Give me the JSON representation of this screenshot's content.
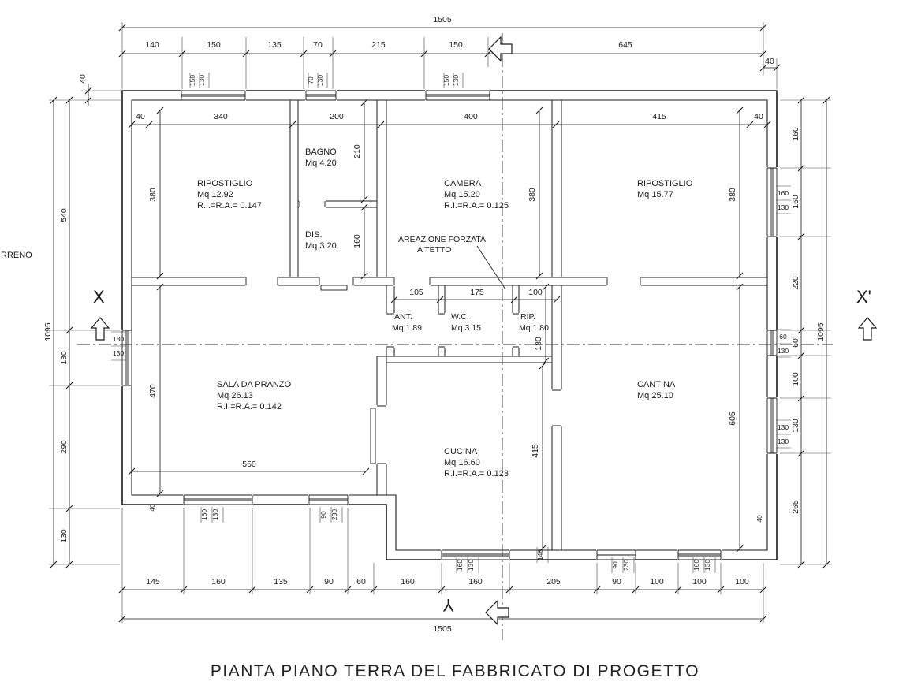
{
  "title": "PIANTA PIANO TERRA DEL FABBRICATO DI PROGETTO",
  "margin_label": "RRENO",
  "sections": {
    "left": "X",
    "right": "X'",
    "bottom": "Y"
  },
  "annotation": {
    "line1": "AREAZIONE FORZATA",
    "line2": "A TETTO"
  },
  "rooms": {
    "rip_nw": {
      "name": "RIPOSTIGLIO",
      "area": "Mq 12.92",
      "ratio": "R.I.=R.A.= 0.147"
    },
    "bagno": {
      "name": "BAGNO",
      "area": "Mq 4.20"
    },
    "dis": {
      "name": "DIS.",
      "area": "Mq 3.20"
    },
    "camera": {
      "name": "CAMERA",
      "area": "Mq 15.20",
      "ratio": "R.I.=R.A.= 0.125"
    },
    "rip_ne": {
      "name": "RIPOSTIGLIO",
      "area": "Mq 15.77"
    },
    "ant": {
      "name": "ANT.",
      "area": "Mq 1.89"
    },
    "wc": {
      "name": "W.C.",
      "area": "Mq 3.15"
    },
    "rip": {
      "name": "RIP.",
      "area": "Mq 1.80"
    },
    "sala": {
      "name": "SALA DA PRANZO",
      "area": "Mq 26.13",
      "ratio": "R.I.=R.A.= 0.142"
    },
    "cucina": {
      "name": "CUCINA",
      "area": "Mq 16.60",
      "ratio": "R.I.=R.A.= 0.123"
    },
    "cantina": {
      "name": "CANTINA",
      "area": "Mq 25.10"
    }
  },
  "dims": {
    "overall_w": "1505",
    "overall_h": "1095",
    "wall": "40",
    "top": [
      "140",
      "150",
      "135",
      "70",
      "215",
      "150",
      "645"
    ],
    "bottom": [
      "145",
      "160",
      "135",
      "90",
      "60",
      "160",
      "160",
      "205",
      "90",
      "100",
      "100",
      "100"
    ],
    "left": [
      "540",
      "130",
      "290",
      "130"
    ],
    "right": [
      "160",
      "160",
      "220",
      "60",
      "100",
      "130",
      "265"
    ],
    "inner_top": [
      "40",
      "340",
      "200",
      "400",
      "415",
      "40"
    ],
    "small_rooms": [
      "105",
      "175",
      "100"
    ],
    "sala_w": "550",
    "h_rip_nw": "380",
    "h_bagno": "210",
    "h_dis": "160",
    "h_camera": "380",
    "h_rip_ne": "380",
    "h_mid": "180",
    "h_sala": "470",
    "h_cucina": "415",
    "h_cantina": "605",
    "win_top": [
      "150",
      "130",
      "70",
      "130",
      "150",
      "130"
    ],
    "win_left": [
      "130",
      "130"
    ],
    "win_right": [
      "160",
      "130",
      "60",
      "130",
      "130",
      "130"
    ],
    "win_bottom": [
      "40",
      "160",
      "130",
      "90",
      "230",
      "160",
      "130",
      "140",
      "90",
      "230",
      "100",
      "130",
      "40"
    ]
  }
}
